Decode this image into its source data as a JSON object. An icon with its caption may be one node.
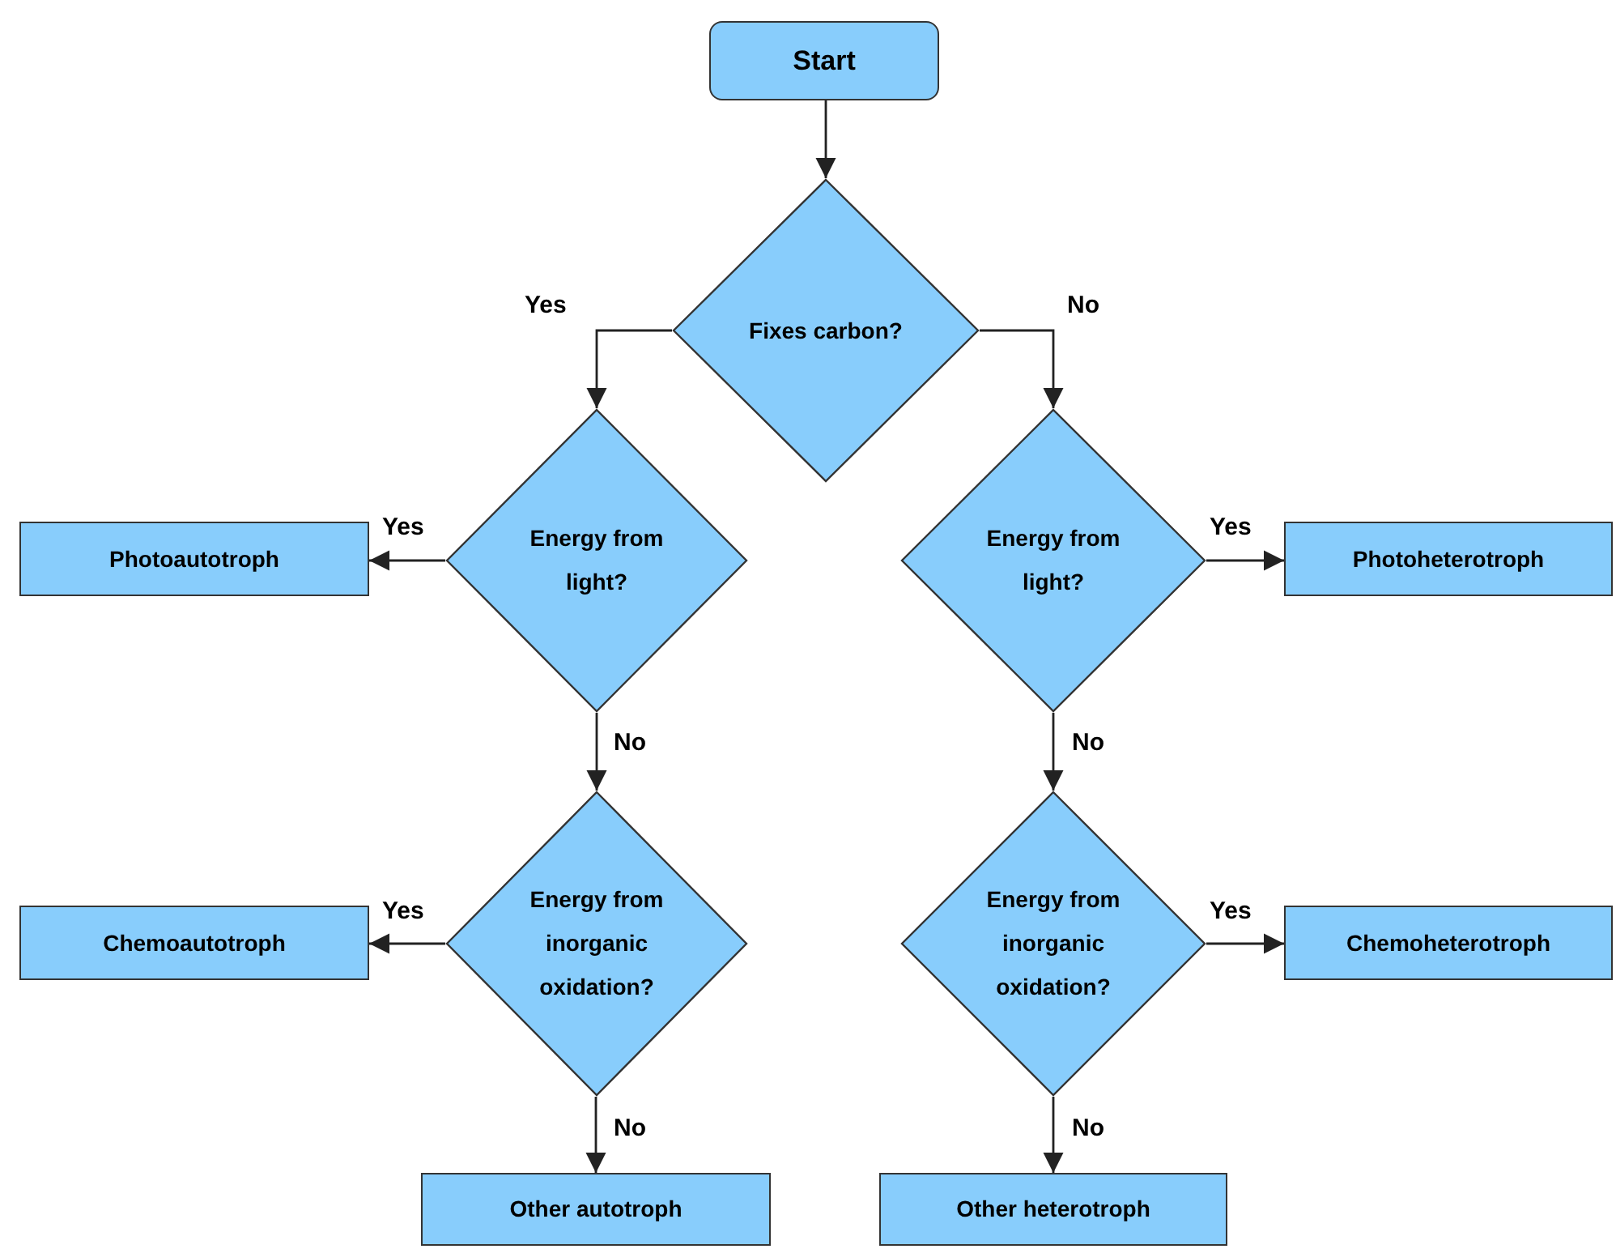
{
  "diagram": {
    "nodes": [
      {
        "text": [
          "Start"
        ]
      },
      {
        "text": [
          "Fixes carbon?"
        ]
      },
      {
        "text": [
          "Energy from light?"
        ]
      },
      {
        "text": [
          "Energy from light?"
        ]
      },
      {
        "text": [
          "Photoautotroph"
        ]
      },
      {
        "text": [
          "Photoheterotroph"
        ]
      },
      {
        "text": [
          "Energy from inorganic oxidation?"
        ]
      },
      {
        "text": [
          "Energy from inorganic oxidation?"
        ]
      },
      {
        "text": [
          "Chemoautotroph"
        ]
      },
      {
        "text": [
          "Chemoheterotroph"
        ]
      },
      {
        "text": [
          "Other autotroph"
        ]
      },
      {
        "text": [
          "Other heterotroph"
        ]
      }
    ],
    "edges": [
      {
        "from": 0,
        "to": 1,
        "arrow": "to"
      },
      {
        "from": 1,
        "to": 2,
        "arrow": "to",
        "label": "Yes"
      },
      {
        "from": 1,
        "to": 3,
        "arrow": "to",
        "label": "No"
      },
      {
        "from": 2,
        "to": 4,
        "arrow": "to",
        "label": "Yes"
      },
      {
        "from": 2,
        "to": 6,
        "arrow": "to",
        "label": "No"
      },
      {
        "from": 3,
        "to": 5,
        "arrow": "to",
        "label": "Yes"
      },
      {
        "from": 3,
        "to": 7,
        "arrow": "to",
        "label": "No"
      },
      {
        "from": 6,
        "to": 8,
        "arrow": "to",
        "label": "Yes"
      },
      {
        "from": 6,
        "to": 10,
        "arrow": "to",
        "label": "No"
      },
      {
        "from": 7,
        "to": 9,
        "arrow": "to",
        "label": "Yes"
      },
      {
        "from": 7,
        "to": 11,
        "arrow": "to",
        "label": "No"
      }
    ]
  }
}
